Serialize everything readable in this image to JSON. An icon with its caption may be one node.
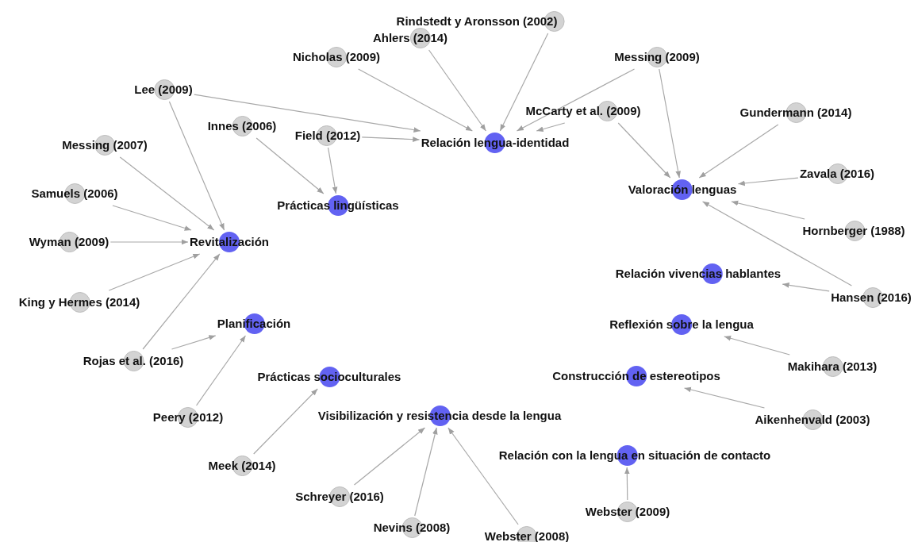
{
  "diagram": {
    "nodes": [
      {
        "text": [
          "Rindstedt y Aronsson (2002)"
        ]
      },
      {
        "text": [
          "Ahlers (2014)"
        ]
      },
      {
        "text": [
          "Nicholas (2009)"
        ]
      },
      {
        "text": [
          "Messing (2009)"
        ]
      },
      {
        "text": [
          "Lee (2009)"
        ]
      },
      {
        "text": [
          "Innes (2006)"
        ]
      },
      {
        "text": [
          "Field (2012)"
        ]
      },
      {
        "text": [
          "Relación lengua-identidad"
        ]
      },
      {
        "text": [
          "McCarty et al. (2009)"
        ]
      },
      {
        "text": [
          "Gundermann (2014)"
        ]
      },
      {
        "text": [
          "Messing (2007)"
        ]
      },
      {
        "text": [
          "Zavala (2016)"
        ]
      },
      {
        "text": [
          "Valoración lenguas"
        ]
      },
      {
        "text": [
          "Samuels (2006)"
        ]
      },
      {
        "text": [
          "Prácticas lingüísticas"
        ]
      },
      {
        "text": [
          "Wyman (2009)"
        ]
      },
      {
        "text": [
          "Revitalización"
        ]
      },
      {
        "text": [
          "Hornberger (1988)"
        ]
      },
      {
        "text": [
          "Relación vivencias hablantes"
        ]
      },
      {
        "text": [
          "King y Hermes (2014)"
        ]
      },
      {
        "text": [
          "Hansen (2016)"
        ]
      },
      {
        "text": [
          "Planificación"
        ]
      },
      {
        "text": [
          "Reflexión sobre la lengua"
        ]
      },
      {
        "text": [
          "Rojas et al. (2016)"
        ]
      },
      {
        "text": [
          "Makihara (2013)"
        ]
      },
      {
        "text": [
          "Prácticas socioculturales"
        ]
      },
      {
        "text": [
          "Construcción de estereotipos"
        ]
      },
      {
        "text": [
          "Peery (2012)"
        ]
      },
      {
        "text": [
          "Visibilización y resistencia desde la lengua"
        ]
      },
      {
        "text": [
          "Aikenhenvald (2003)"
        ]
      },
      {
        "text": [
          "Meek (2014)"
        ]
      },
      {
        "text": [
          "Relación con la lengua en situación de contacto"
        ]
      },
      {
        "text": [
          "Schreyer (2016)"
        ]
      },
      {
        "text": [
          "Webster (2009)"
        ]
      },
      {
        "text": [
          "Nevins (2008)"
        ]
      },
      {
        "text": [
          "Webster (2008)"
        ]
      }
    ],
    "edges": [
      {
        "from": 0,
        "to": 7,
        "arrow": "to"
      },
      {
        "from": 1,
        "to": 7,
        "arrow": "to"
      },
      {
        "from": 2,
        "to": 7,
        "arrow": "to"
      },
      {
        "from": 3,
        "to": 7,
        "arrow": "to"
      },
      {
        "from": 4,
        "to": 7,
        "arrow": "to"
      },
      {
        "from": 6,
        "to": 7,
        "arrow": "to"
      },
      {
        "from": 8,
        "to": 7,
        "arrow": "to"
      },
      {
        "from": 5,
        "to": 14,
        "arrow": "to"
      },
      {
        "from": 6,
        "to": 14,
        "arrow": "to"
      },
      {
        "from": 3,
        "to": 12,
        "arrow": "to"
      },
      {
        "from": 8,
        "to": 12,
        "arrow": "to"
      },
      {
        "from": 9,
        "to": 12,
        "arrow": "to"
      },
      {
        "from": 11,
        "to": 12,
        "arrow": "to"
      },
      {
        "from": 17,
        "to": 12,
        "arrow": "to"
      },
      {
        "from": 20,
        "to": 12,
        "arrow": "to"
      },
      {
        "from": 4,
        "to": 16,
        "arrow": "to"
      },
      {
        "from": 10,
        "to": 16,
        "arrow": "to"
      },
      {
        "from": 13,
        "to": 16,
        "arrow": "to"
      },
      {
        "from": 15,
        "to": 16,
        "arrow": "to"
      },
      {
        "from": 19,
        "to": 16,
        "arrow": "to"
      },
      {
        "from": 23,
        "to": 16,
        "arrow": "to"
      },
      {
        "from": 23,
        "to": 21,
        "arrow": "to"
      },
      {
        "from": 27,
        "to": 21,
        "arrow": "to"
      },
      {
        "from": 20,
        "to": 18,
        "arrow": "to"
      },
      {
        "from": 24,
        "to": 22,
        "arrow": "to"
      },
      {
        "from": 29,
        "to": 26,
        "arrow": "to"
      },
      {
        "from": 30,
        "to": 25,
        "arrow": "to"
      },
      {
        "from": 32,
        "to": 28,
        "arrow": "to"
      },
      {
        "from": 34,
        "to": 28,
        "arrow": "to"
      },
      {
        "from": 35,
        "to": 28,
        "arrow": "to"
      },
      {
        "from": 33,
        "to": 31,
        "arrow": "to"
      }
    ]
  }
}
